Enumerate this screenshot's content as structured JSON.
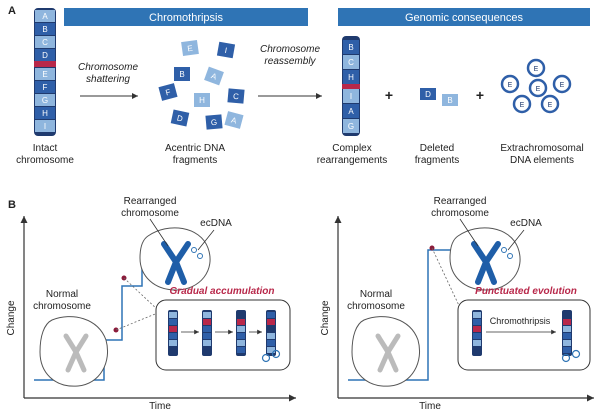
{
  "panel_a": {
    "letter": "A",
    "header_left": "Chromothripsis",
    "header_right": "Genomic consequences",
    "intact_label_1": "Intact",
    "intact_label_2": "chromosome",
    "arrow1_line1": "Chromosome",
    "arrow1_line2": "shattering",
    "acentric_label_1": "Acentric DNA",
    "acentric_label_2": "fragments",
    "arrow2_line1": "Chromosome",
    "arrow2_line2": "reassembly",
    "complex_label_1": "Complex",
    "complex_label_2": "rearrangements",
    "deleted_label_1": "Deleted",
    "deleted_label_2": "fragments",
    "ec_label_1": "Extrachromosomal",
    "ec_label_2": "DNA elements",
    "plus": "+",
    "intact_segments": [
      "A",
      "B",
      "C",
      "D",
      "E",
      "F",
      "G",
      "H",
      "I"
    ],
    "fragment_letters": [
      "E",
      "I",
      "B",
      "A",
      "F",
      "C",
      "H",
      "D",
      "G",
      "A"
    ],
    "complex_segments": [
      "B",
      "C",
      "H",
      "I",
      "A",
      "G"
    ],
    "deleted_letters": [
      "D",
      "B"
    ],
    "ec_letter": "E"
  },
  "panel_b": {
    "letter": "B",
    "left": {
      "rearranged_1": "Rearranged",
      "rearranged_2": "chromosome",
      "ecdna": "ecDNA",
      "normal_1": "Normal",
      "normal_2": "chromosome",
      "mode": "Gradual accumulation",
      "ylabel": "Change",
      "xlabel": "Time"
    },
    "right": {
      "rearranged_1": "Rearranged",
      "rearranged_2": "chromosome",
      "ecdna": "ecDNA",
      "normal_1": "Normal",
      "normal_2": "chromosome",
      "mode": "Punctuated evolution",
      "process": "Chromothripsis",
      "ylabel": "Change",
      "xlabel": "Time"
    }
  },
  "colors": {
    "header_blue": "#2f74b5",
    "dark_navy": "#1f3a6e",
    "segment_blue": "#2f5fa8",
    "light_blue": "#8fb6de",
    "red_accent": "#b8284a",
    "maroon_dot": "#8b1a3a"
  }
}
